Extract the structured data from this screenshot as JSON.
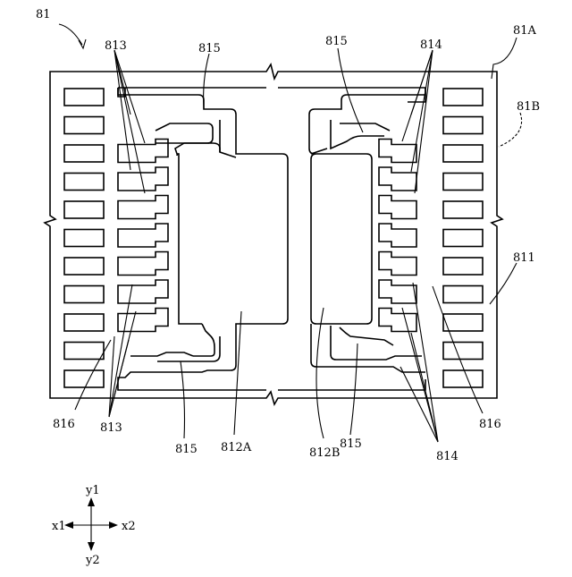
{
  "figure": {
    "ref_main": "81",
    "ref_81A": "81A",
    "ref_81B": "81B",
    "ref_811": "811",
    "ref_813": "813",
    "ref_814": "814",
    "ref_815": "815",
    "ref_816": "816",
    "ref_812A": "812A",
    "ref_812B": "812B"
  },
  "axes": {
    "y1": "y1",
    "y2": "y2",
    "x1": "x1",
    "x2": "x2"
  }
}
